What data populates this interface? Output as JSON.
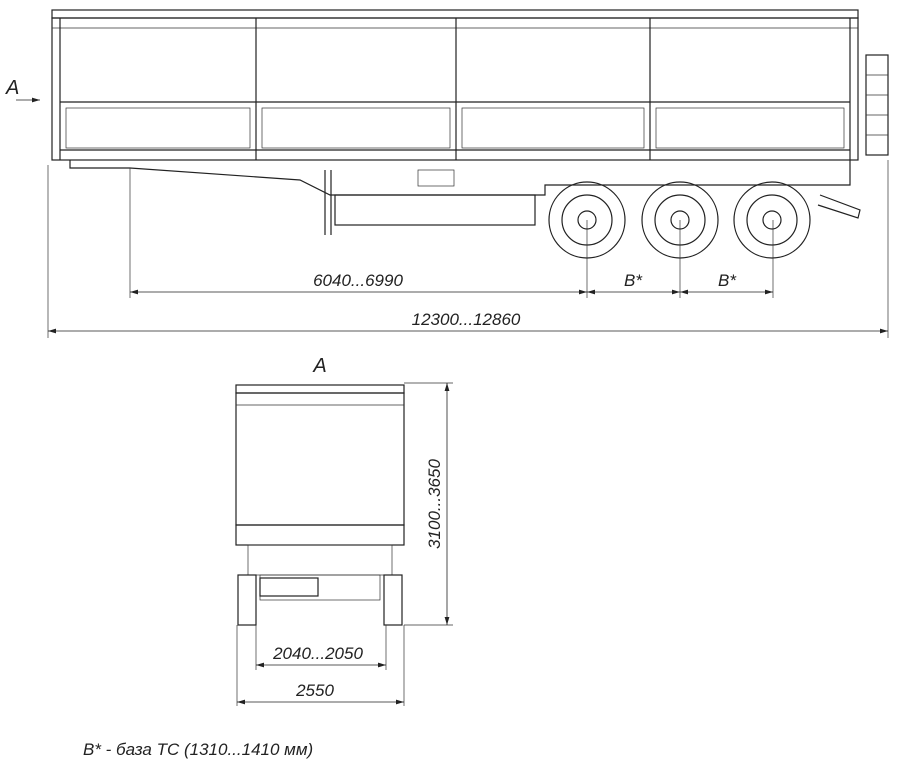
{
  "side_view": {
    "view_marker": "A",
    "dimensions": {
      "kingpin_to_axle": "6040...6990",
      "axle_base_1": "B*",
      "axle_base_2": "B*",
      "overall_length": "12300...12860"
    }
  },
  "rear_view": {
    "title": "A",
    "dimensions": {
      "height": "3100...3650",
      "track_width": "2040...2050",
      "overall_width": "2550"
    }
  },
  "footnote": "B* - база ТС (1310...1410 мм)"
}
